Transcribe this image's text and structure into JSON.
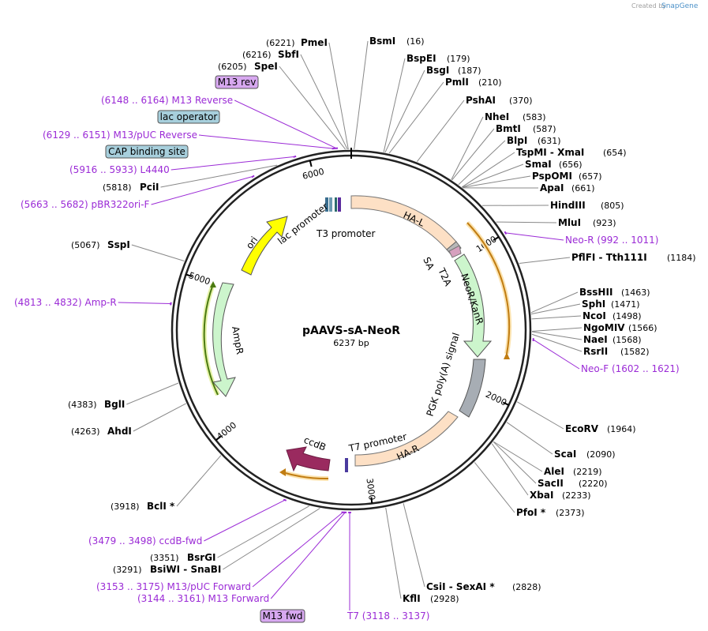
{
  "credit": {
    "created_by": "Created by",
    "brand": "SnapGene"
  },
  "plasmid": {
    "name": "pAAVS-sA-NeoR",
    "size": "6237 bp",
    "length": 6237
  },
  "ticks": [
    {
      "label": "1000",
      "bp": 1000
    },
    {
      "label": "2000",
      "bp": 2000
    },
    {
      "label": "3000",
      "bp": 3000
    },
    {
      "label": "4000",
      "bp": 4000
    },
    {
      "label": "5000",
      "bp": 5000
    },
    {
      "label": "6000",
      "bp": 6000
    }
  ],
  "sites_right": [
    {
      "name": "BsmI",
      "pos": "(16)",
      "bp": 16
    },
    {
      "name": "BspEI",
      "pos": "(179)",
      "bp": 179
    },
    {
      "name": "BsgI",
      "pos": "(187)",
      "bp": 187
    },
    {
      "name": "PmlI",
      "pos": "(210)",
      "bp": 210
    },
    {
      "name": "PshAI",
      "pos": "(370)",
      "bp": 370
    },
    {
      "name": "NheI",
      "pos": "(583)",
      "bp": 583
    },
    {
      "name": "BmtI",
      "pos": "(587)",
      "bp": 587
    },
    {
      "name": "BlpI",
      "pos": "(631)",
      "bp": 631
    },
    {
      "name": "TspMI  -  XmaI",
      "pos": "(654)",
      "bp": 654
    },
    {
      "name": "SmaI",
      "pos": "(656)",
      "bp": 656
    },
    {
      "name": "PspOMI",
      "pos": "(657)",
      "bp": 657
    },
    {
      "name": "ApaI",
      "pos": "(661)",
      "bp": 661
    },
    {
      "name": "HindIII",
      "pos": "(805)",
      "bp": 805
    },
    {
      "name": "MluI",
      "pos": "(923)",
      "bp": 923
    },
    {
      "name": "PflFI  -  Tth111I",
      "pos": "(1184)",
      "bp": 1184
    },
    {
      "name": "BssHII",
      "pos": "(1463)",
      "bp": 1463
    },
    {
      "name": "SphI",
      "pos": "(1471)",
      "bp": 1471
    },
    {
      "name": "NcoI",
      "pos": "(1498)",
      "bp": 1498
    },
    {
      "name": "NgoMIV",
      "pos": "(1566)",
      "bp": 1566
    },
    {
      "name": "NaeI",
      "pos": "(1568)",
      "bp": 1568
    },
    {
      "name": "RsrII",
      "pos": "(1582)",
      "bp": 1582
    },
    {
      "name": "EcoRV",
      "pos": "(1964)",
      "bp": 1964
    },
    {
      "name": "ScaI",
      "pos": "(2090)",
      "bp": 2090
    },
    {
      "name": "AleI",
      "pos": "(2219)",
      "bp": 2219
    },
    {
      "name": "SacII",
      "pos": "(2220)",
      "bp": 2220
    },
    {
      "name": "XbaI",
      "pos": "(2233)",
      "bp": 2233
    },
    {
      "name": "PfoI *",
      "pos": "(2373)",
      "bp": 2373
    },
    {
      "name": "CsiI  -  SexAI *",
      "pos": "(2828)",
      "bp": 2828
    },
    {
      "name": "KflI",
      "pos": "(2928)",
      "bp": 2928
    }
  ],
  "sites_left": [
    {
      "name": "PmeI",
      "pos": "(6221)",
      "bp": 6221
    },
    {
      "name": "SbfI",
      "pos": "(6216)",
      "bp": 6216
    },
    {
      "name": "SpeI",
      "pos": "(6205)",
      "bp": 6205
    },
    {
      "name": "PciI",
      "pos": "(5818)",
      "bp": 5818
    },
    {
      "name": "SspI",
      "pos": "(5067)",
      "bp": 5067
    },
    {
      "name": "BglI",
      "pos": "(4383)",
      "bp": 4383
    },
    {
      "name": "AhdI",
      "pos": "(4263)",
      "bp": 4263
    },
    {
      "name": "BclI *",
      "pos": "(3918)",
      "bp": 3918
    },
    {
      "name": "BsrGI",
      "pos": "(3351)",
      "bp": 3351
    },
    {
      "name": "BsiWI  -  SnaBI",
      "pos": "(3291)",
      "bp": 3291
    }
  ],
  "primers": [
    {
      "label": "(6148 .. 6164)  M13 Reverse",
      "bp": 6156
    },
    {
      "label": "(6129 .. 6151)  M13/pUC Reverse",
      "bp": 6140
    },
    {
      "label": "(5916 .. 5933)  L4440",
      "bp": 5924
    },
    {
      "label": "(5663 .. 5682)  pBR322ori-F",
      "bp": 5672
    },
    {
      "label": "(4813 .. 4832)  Amp-R",
      "bp": 4822
    },
    {
      "label": "(3479 .. 3498)  ccdB-fwd",
      "bp": 3488
    },
    {
      "label": "(3153 .. 3175)  M13/pUC Forward",
      "bp": 3164
    },
    {
      "label": "(3144 .. 3161)  M13 Forward",
      "bp": 3152
    },
    {
      "label": "T7    (3118 .. 3137)",
      "bp": 3127
    },
    {
      "label": "Neo-R    (992 .. 1011)",
      "bp": 1001
    },
    {
      "label": "Neo-F    (1602 .. 1621)",
      "bp": 1611
    }
  ],
  "boxed_features": [
    {
      "label": "M13 rev",
      "style": "primer"
    },
    {
      "label": "lac operator",
      "style": "regulatory"
    },
    {
      "label": "CAP binding site",
      "style": "regulatory"
    },
    {
      "label": "M13 fwd",
      "style": "primer"
    }
  ],
  "features": [
    {
      "label": "HA-L"
    },
    {
      "label": "T2A"
    },
    {
      "label": "SA"
    },
    {
      "label": "NeoR/KanR"
    },
    {
      "label": "PGK poly(A) signal"
    },
    {
      "label": "HA-R"
    },
    {
      "label": "T7 promoter"
    },
    {
      "label": "ccdB"
    },
    {
      "label": "AmpR"
    },
    {
      "label": "ori"
    },
    {
      "label": "lac promoter"
    },
    {
      "label": "T3 promoter"
    }
  ],
  "colors": {
    "backbone": "#222222",
    "homology_arm": "#fde0c5",
    "neo": "#ccf5cc",
    "polyA": "#a7adb4",
    "ccdB": "#9a2a5f",
    "ori": "#ffff00",
    "ampR": "#ccf5cc",
    "primer": "#9b2bd6",
    "regulatory_box": "#a7cfdc",
    "primer_box": "#d7a8f0",
    "orf_arrow": "#d08a18"
  }
}
